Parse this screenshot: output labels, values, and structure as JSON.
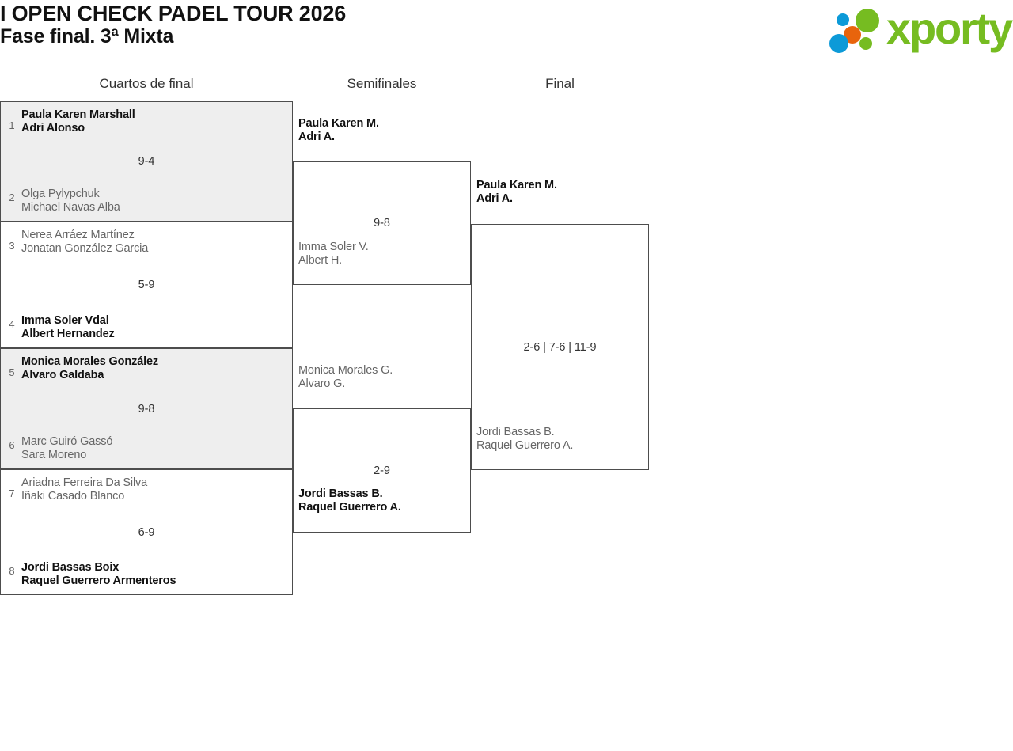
{
  "header": {
    "title_line_1": "I OPEN CHECK PADEL TOUR 2026",
    "title_line_2": "Fase final. 3ª Mixta",
    "logo_text": "xporty",
    "logo_colors": {
      "green": "#76bc21",
      "blue": "#0c9ad8",
      "orange": "#e8640c"
    }
  },
  "rounds": [
    {
      "label": "Cuartos de final"
    },
    {
      "label": "Semifinales"
    },
    {
      "label": "Final"
    }
  ],
  "quarterfinals": [
    {
      "score": "9-4",
      "shaded": true,
      "top": {
        "seed": "1",
        "player1": "Paula Karen Marshall",
        "player2": "Adri Alonso",
        "winner": true
      },
      "bottom": {
        "seed": "2",
        "player1": "Olga Pylypchuk",
        "player2": "Michael Navas Alba",
        "winner": false
      }
    },
    {
      "score": "5-9",
      "shaded": false,
      "top": {
        "seed": "3",
        "player1": "Nerea Arráez Martínez",
        "player2": "Jonatan González Garcia",
        "winner": false
      },
      "bottom": {
        "seed": "4",
        "player1": "Imma Soler Vdal",
        "player2": "Albert Hernandez",
        "winner": true
      }
    },
    {
      "score": "9-8",
      "shaded": true,
      "top": {
        "seed": "5",
        "player1": "Monica Morales González",
        "player2": "Alvaro Galdaba",
        "winner": true
      },
      "bottom": {
        "seed": "6",
        "player1": "Marc Guiró Gassó",
        "player2": "Sara Moreno",
        "winner": false
      }
    },
    {
      "score": "6-9",
      "shaded": false,
      "top": {
        "seed": "7",
        "player1": "Ariadna Ferreira Da Silva",
        "player2": "Iñaki Casado Blanco",
        "winner": false
      },
      "bottom": {
        "seed": "8",
        "player1": "Jordi Bassas Boix",
        "player2": "Raquel Guerrero Armenteros",
        "winner": true
      }
    }
  ],
  "semifinals": [
    {
      "score": "9-8",
      "top": {
        "player1": "Paula Karen M.",
        "player2": "Adri A.",
        "winner": true
      },
      "bottom": {
        "player1": "Imma Soler V.",
        "player2": "Albert H.",
        "winner": false
      }
    },
    {
      "score": "2-9",
      "top": {
        "player1": "Monica Morales G.",
        "player2": "Alvaro G.",
        "winner": false
      },
      "bottom": {
        "player1": "Jordi Bassas B.",
        "player2": "Raquel Guerrero A.",
        "winner": true
      }
    }
  ],
  "final": {
    "score": "2-6 | 7-6 | 11-9",
    "top": {
      "player1": "Paula Karen M.",
      "player2": "Adri A.",
      "winner": true
    },
    "bottom": {
      "player1": "Jordi Bassas B.",
      "player2": "Raquel Guerrero A.",
      "winner": false
    }
  }
}
